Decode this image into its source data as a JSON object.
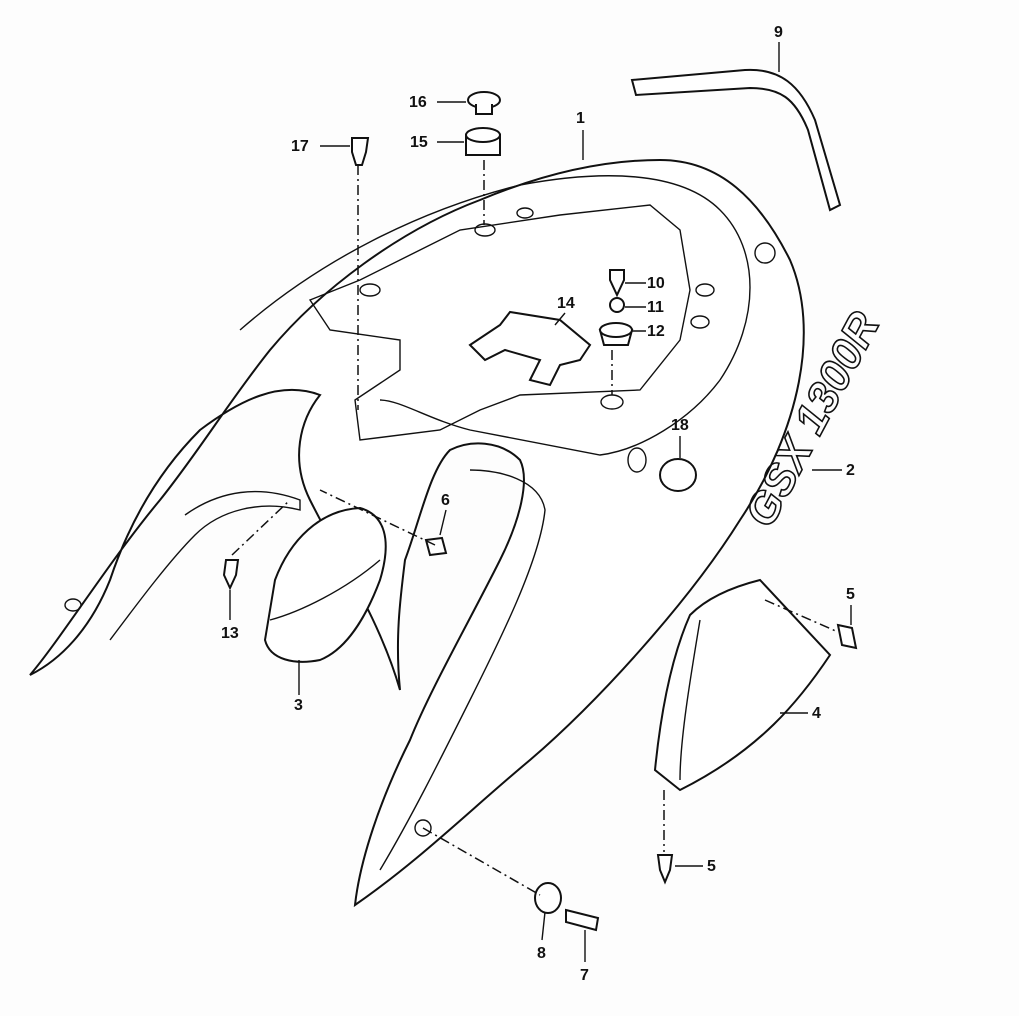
{
  "diagram": {
    "title": "Seat tail cowl exploded parts diagram",
    "decal_text": "GSX 1300R",
    "part_labels": [
      "1",
      "2",
      "3",
      "4",
      "5",
      "5",
      "6",
      "7",
      "8",
      "9",
      "10",
      "11",
      "12",
      "13",
      "14",
      "15",
      "16",
      "17",
      "18"
    ]
  }
}
